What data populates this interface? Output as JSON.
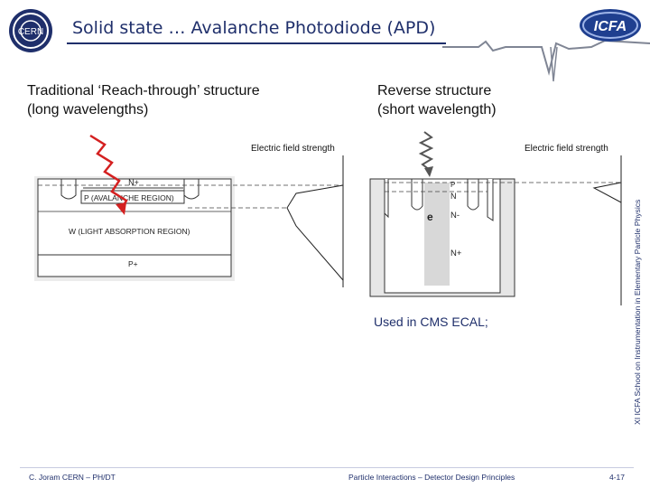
{
  "header": {
    "title": "Solid state … Avalanche Photodiode (APD)",
    "logo_left_text": "CERN",
    "logo_right_text": "ICFA"
  },
  "left": {
    "heading_line1": "Traditional ‘Reach-through’ structure",
    "heading_line2": "(long wavelengths)",
    "field_label": "Electric field strength",
    "layers": {
      "n_plus": "N+",
      "p_avalanche": "P (AVALANCHE REGION)",
      "w_absorption": "W (LIGHT ABSORPTION REGION)",
      "p_plus": "P+"
    }
  },
  "right": {
    "heading_line1": "Reverse structure",
    "heading_line2": "(short wavelength)",
    "field_label": "Electric field strength",
    "layers": {
      "p": "P",
      "n": "N",
      "e": "e",
      "n_minus": "N-",
      "n_plus": "N+"
    },
    "note": "Used in CMS ECAL;"
  },
  "side_text": "XI ICFA School on Instrumentation in Elementary Particle Physics",
  "footer": {
    "left": "C. Joram  CERN – PH/DT",
    "center": "Particle Interactions – Detector Design Principles",
    "page": "4-17"
  },
  "colors": {
    "title": "#1f2f6b",
    "photon_left": "#d42020",
    "photon_right": "#555555",
    "substrate_fill": "#e6e6e6"
  }
}
